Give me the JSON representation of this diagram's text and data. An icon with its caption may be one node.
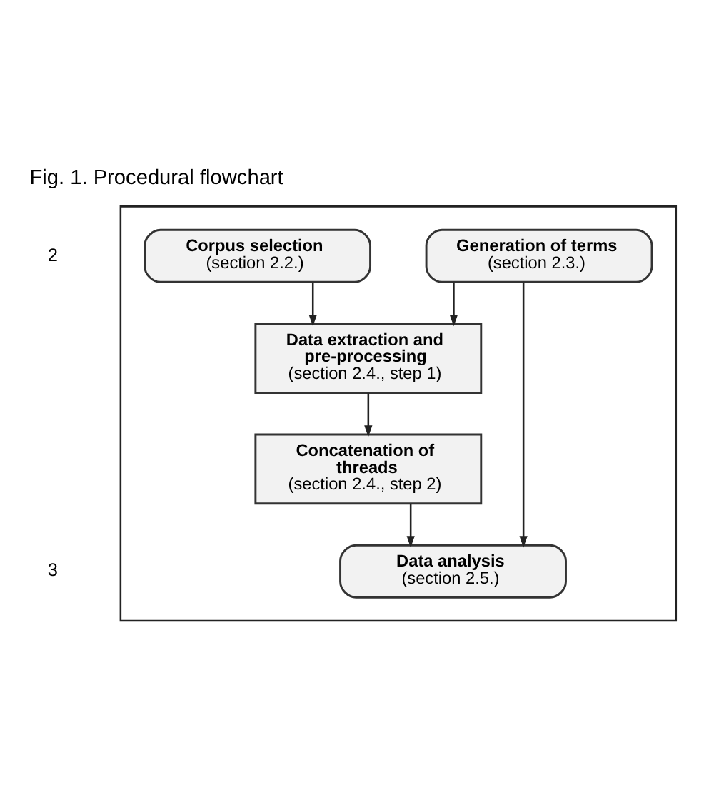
{
  "diagram": {
    "title": "Fig. 1. Procedural flowchart",
    "nodes": [
      {
        "text": [],
        "shape": "box"
      },
      {
        "text": [
          "Corpus selection",
          "(section 2.2.)"
        ],
        "in": 0
      },
      {
        "text": [
          "Generation of terms",
          "(section 2.3.)"
        ],
        "in": 0
      },
      {
        "text": [
          "Data extraction and pre-processing",
          "(section 2.4., step 1)"
        ],
        "in": 0
      },
      {
        "text": [
          "Concatenation of threads",
          "(section 2.4., step 2)"
        ],
        "in": 0
      },
      {
        "text": [
          "Data analysis",
          "(section 2.5.)"
        ],
        "in": 0
      }
    ],
    "edges": [
      {
        "from": 1,
        "to": 3,
        "arrow": "to"
      },
      {
        "from": 2,
        "to": 3,
        "arrow": "to"
      },
      {
        "from": 3,
        "to": 4,
        "arrow": "to"
      },
      {
        "from": 4,
        "to": 5,
        "arrow": "to"
      },
      {
        "from": 2,
        "to": 5,
        "arrow": "to"
      }
    ],
    "labels": [
      "2",
      "3"
    ]
  }
}
